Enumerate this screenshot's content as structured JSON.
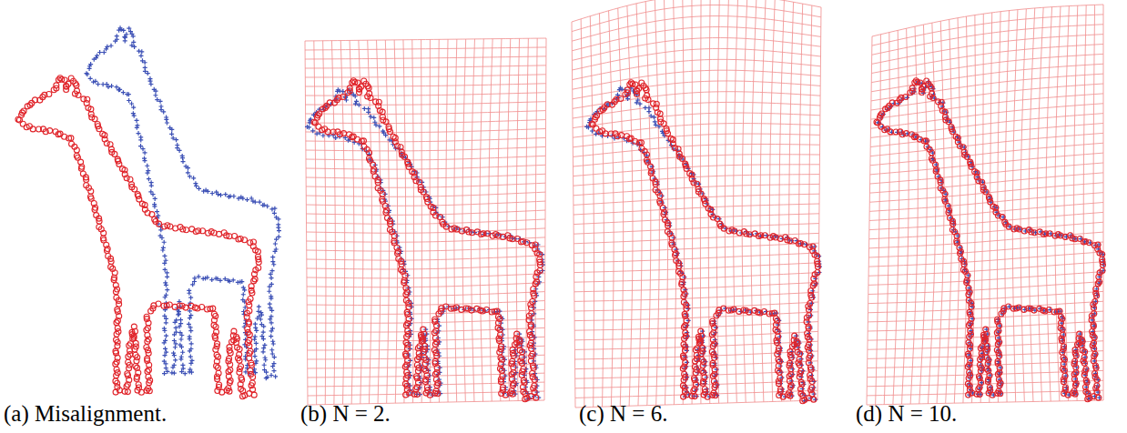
{
  "diagram": {
    "labels": [
      "(a) Misalignment.",
      "(b) N = 2.",
      "(c) N = 6.",
      "(d) N = 10."
    ]
  }
}
